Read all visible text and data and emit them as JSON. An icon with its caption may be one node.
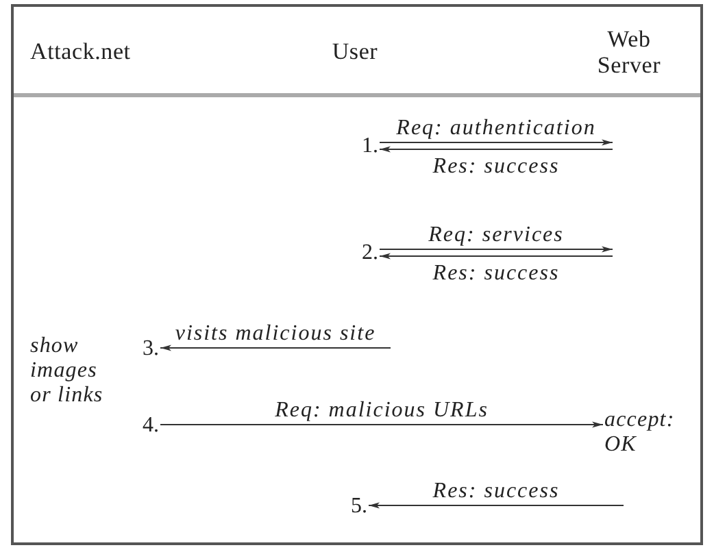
{
  "diagram": {
    "nodes": [
      {
        "text": [
          "1."
        ]
      },
      {
        "text": [
          "2."
        ]
      },
      {
        "text": [
          "3."
        ]
      },
      {
        "text": [
          "4."
        ]
      },
      {
        "text": [
          "accept: OK"
        ]
      },
      {
        "text": [
          "5."
        ]
      }
    ],
    "edges": [
      {
        "from": 0,
        "to": null,
        "arrow": "to",
        "label": "Req: authentication"
      },
      {
        "from": null,
        "to": 0,
        "arrow": "to",
        "label": "Res: success"
      },
      {
        "from": 1,
        "to": null,
        "arrow": "to",
        "label": "Req: services"
      },
      {
        "from": null,
        "to": 1,
        "arrow": "to",
        "label": "Res: success"
      },
      {
        "from": null,
        "to": 2,
        "arrow": "to",
        "label": "visits malicious site"
      },
      {
        "from": 3,
        "to": 4,
        "arrow": "to",
        "label": "Req: malicious URLs"
      },
      {
        "from": null,
        "to": 5,
        "arrow": "to",
        "label": "Res: success"
      }
    ],
    "labels": [
      "Attack.net",
      "User",
      "Web Server",
      "show images or links"
    ]
  }
}
